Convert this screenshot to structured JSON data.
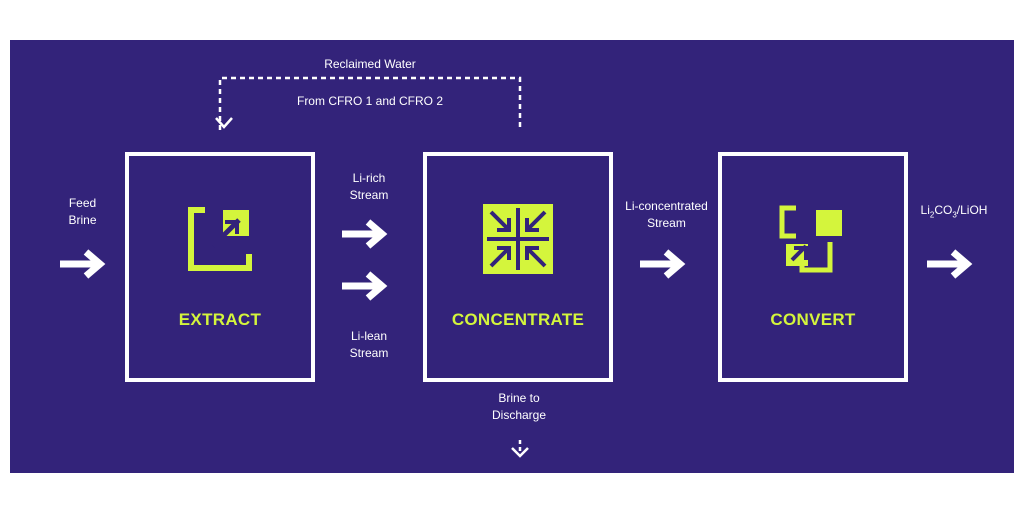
{
  "colors": {
    "background": "#33237a",
    "accent": "#d4f53c",
    "line": "#ffffff"
  },
  "recycle": {
    "title": "Reclaimed Water",
    "subtitle": "From CFRO 1 and CFRO 2"
  },
  "inputs": {
    "feed_line1": "Feed",
    "feed_line2": "Brine"
  },
  "streams": {
    "li_rich_line1": "Li-rich",
    "li_rich_line2": "Stream",
    "li_lean_line1": "Li-lean",
    "li_lean_line2": "Stream",
    "li_conc_line1": "Li-concentrated",
    "li_conc_line2": "Stream",
    "brine_line1": "Brine to",
    "brine_line2": "Discharge"
  },
  "output": {
    "product_prefix": "Li",
    "product_sub1": "2",
    "product_mid": "CO",
    "product_sub2": "3",
    "product_suffix": "/LiOH"
  },
  "stages": [
    {
      "label": "EXTRACT",
      "icon": "expand-arrow-icon"
    },
    {
      "label": "CONCENTRATE",
      "icon": "compress-arrows-icon"
    },
    {
      "label": "CONVERT",
      "icon": "convert-squares-icon"
    }
  ]
}
